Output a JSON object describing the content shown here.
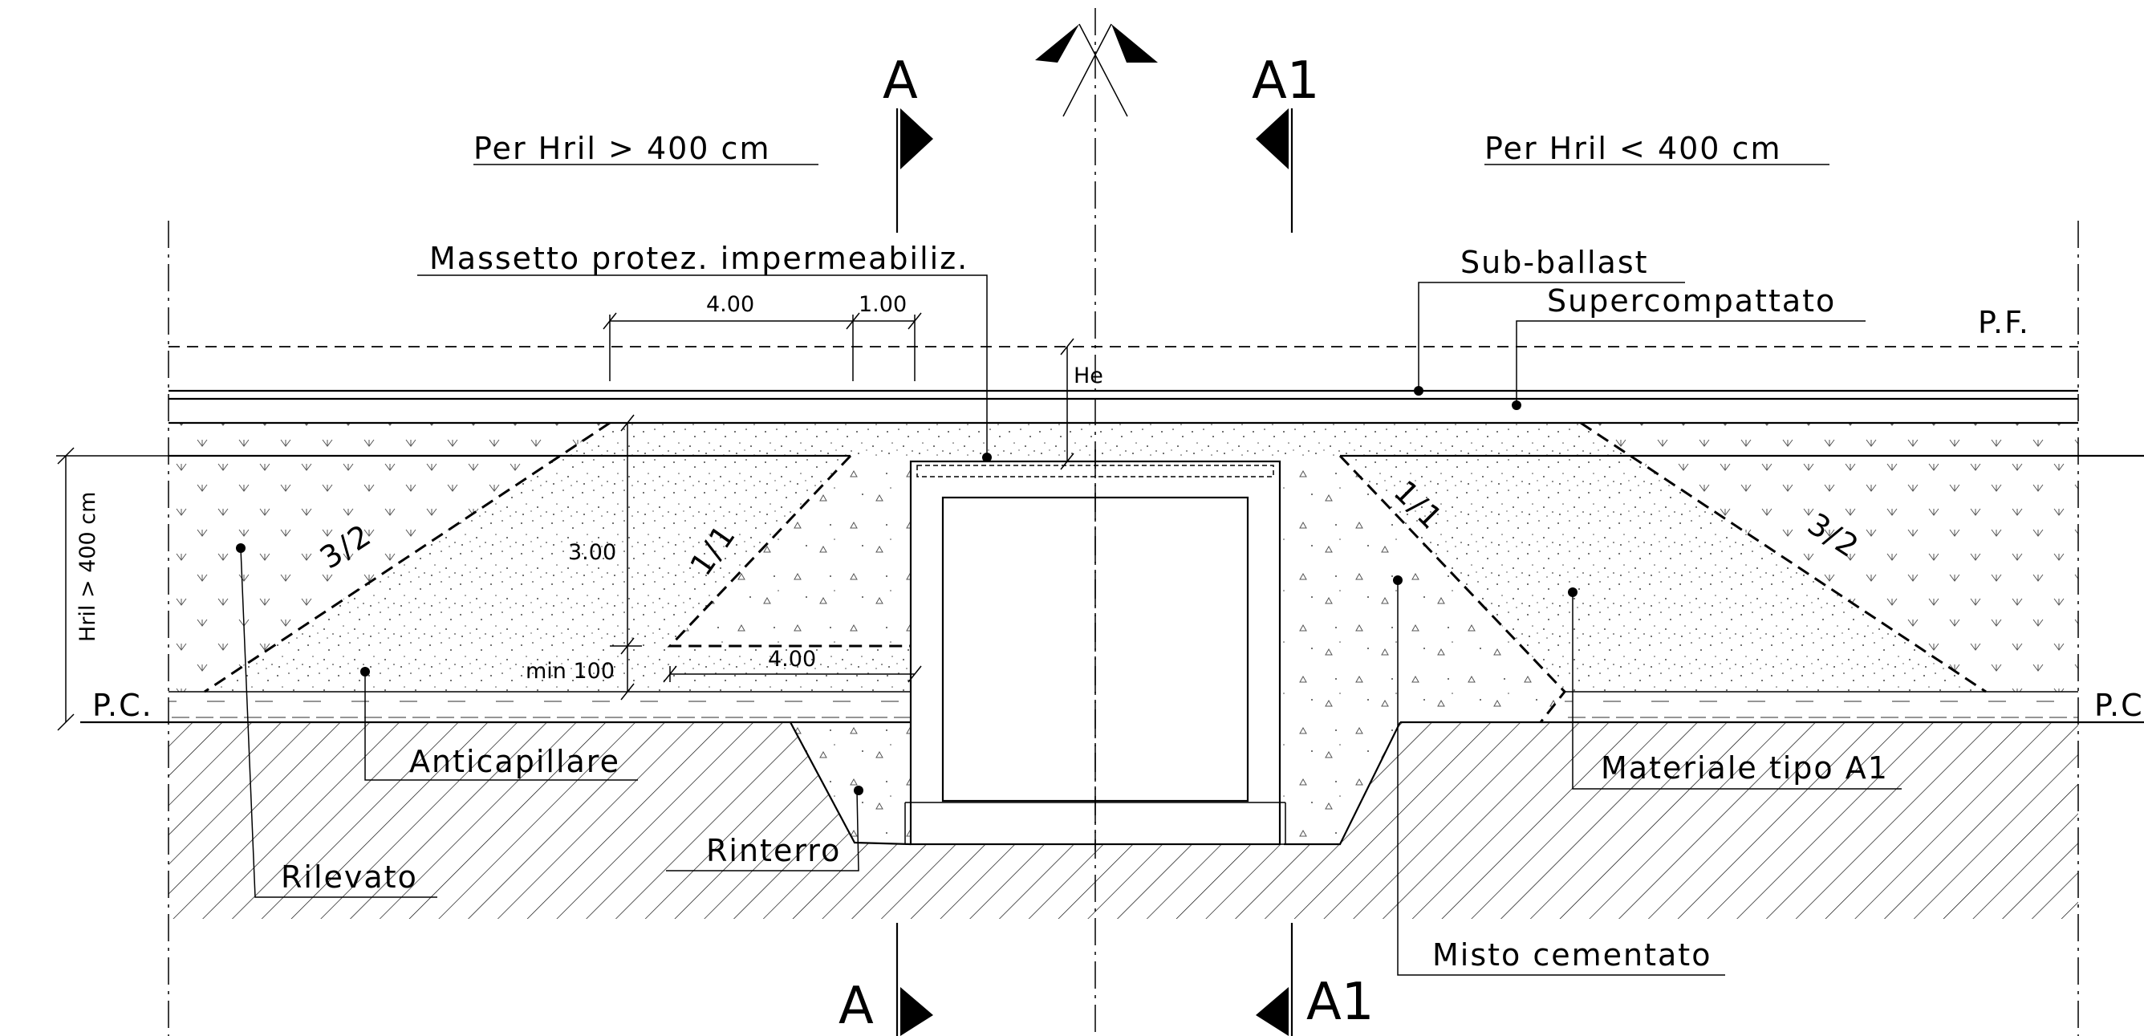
{
  "labels": {
    "title_left": "Per Hril > 400 cm",
    "title_right": "Per Hril < 400 cm",
    "massetto": "Massetto protez. impermeabiliz.",
    "sub_ballast": "Sub-ballast",
    "supercompattato": "Supercompattato",
    "pf": "P.F.",
    "pc_left": "P.C.",
    "pc_right": "P.C",
    "anticapillare": "Anticapillare",
    "rilevato": "Rilevato",
    "rinterro": "Rinterro",
    "misto_cementato": "Misto cementato",
    "materiale_a1": "Materiale tipo A1",
    "hril_vertical": "Hril > 400 cm",
    "he": "He"
  },
  "dimensions": {
    "d_4_top": "4.00",
    "d_1_top": "1.00",
    "d_3": "3.00",
    "d_min100": "min 100",
    "d_4_bottom": "4.00"
  },
  "slopes": {
    "left_outer": "3/2",
    "left_inner": "1/1",
    "right_inner": "1/1",
    "right_outer": "3/2"
  },
  "section_marks": {
    "a_top": "A",
    "a1_top": "A1",
    "a_bottom": "A",
    "a1_bottom": "A1"
  }
}
